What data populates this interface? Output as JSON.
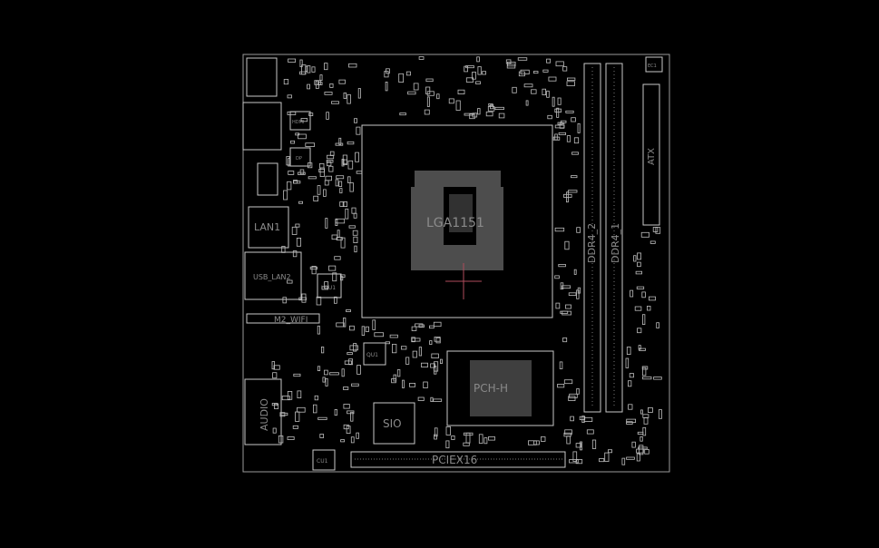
{
  "board": {
    "colors": {
      "background": "#000000",
      "outline": "#c8c8c8",
      "label": "#8a8a8a",
      "crosshair": "#b04c5c"
    },
    "labels": {
      "cpu_socket": "LGA1151",
      "chipset": "PCH-H",
      "pcie_slot": "PCIEX16",
      "dimm_a": "DDR4_2",
      "dimm_b": "DDR4_1",
      "atx_power": "ATX",
      "lan": "LAN1",
      "usb_lan": "USB_LAN2",
      "wifi": "M2_WIFI",
      "audio": "AUDIO",
      "super_io": "SIO",
      "lou1": "LOU1",
      "qu1": "QU1",
      "cu1": "CU1",
      "hdmi": "HDMI",
      "dp": "DP",
      "ec1": "EC1"
    }
  }
}
